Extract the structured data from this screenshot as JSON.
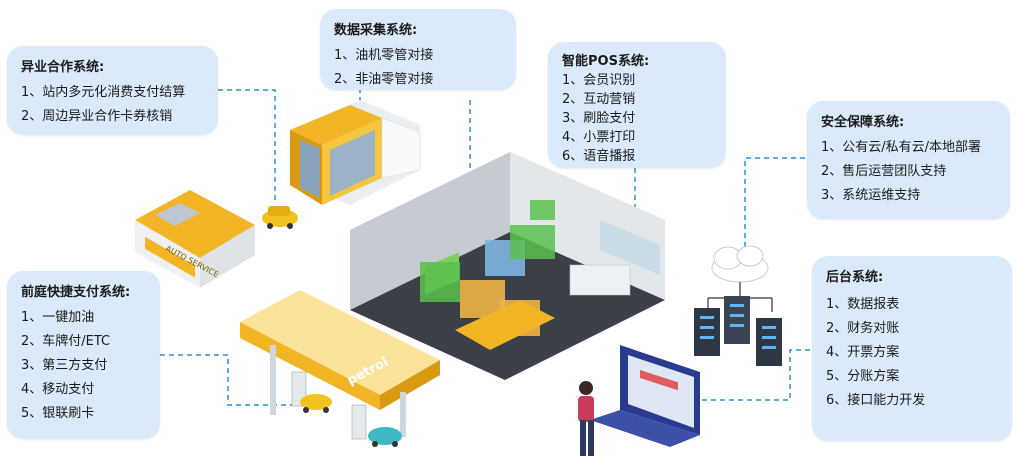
{
  "systems": {
    "data_collection": {
      "title": "数据采集系统:",
      "items": [
        "1、油机零管对接",
        "2、非油零管对接"
      ]
    },
    "pos": {
      "title": "智能POS系统:",
      "items": [
        "1、会员识别",
        "2、互动营销",
        "3、刷脸支付",
        "4、小票打印",
        "6、语音播报"
      ]
    },
    "cross_industry": {
      "title": "异业合作系统:",
      "items": [
        "1、站内多元化消费支付结算",
        "2、周边异业合作卡券核销"
      ]
    },
    "security": {
      "title": "安全保障系统:",
      "items": [
        "1、公有云/私有云/本地部署",
        "2、售后运营团队支持",
        "3、系统运维支持"
      ]
    },
    "forecourt": {
      "title": "前庭快捷支付系统:",
      "items": [
        "1、一键加油",
        "2、车牌付/ETC",
        "3、第三方支付",
        "4、移动支付",
        "5、银联刷卡"
      ]
    },
    "backend": {
      "title": "后台系统:",
      "items": [
        "1、数据报表",
        "2、财务对账",
        "4、开票方案",
        "5、分账方案",
        "6、接口能力开发"
      ]
    }
  },
  "scene_labels": {
    "station_canopy": "petrol",
    "service_sign": "AUTO SERVICE"
  },
  "colors": {
    "box_bg": "#dbeafb",
    "connector": "#2b8fd6",
    "canopy": "#f2b526"
  }
}
